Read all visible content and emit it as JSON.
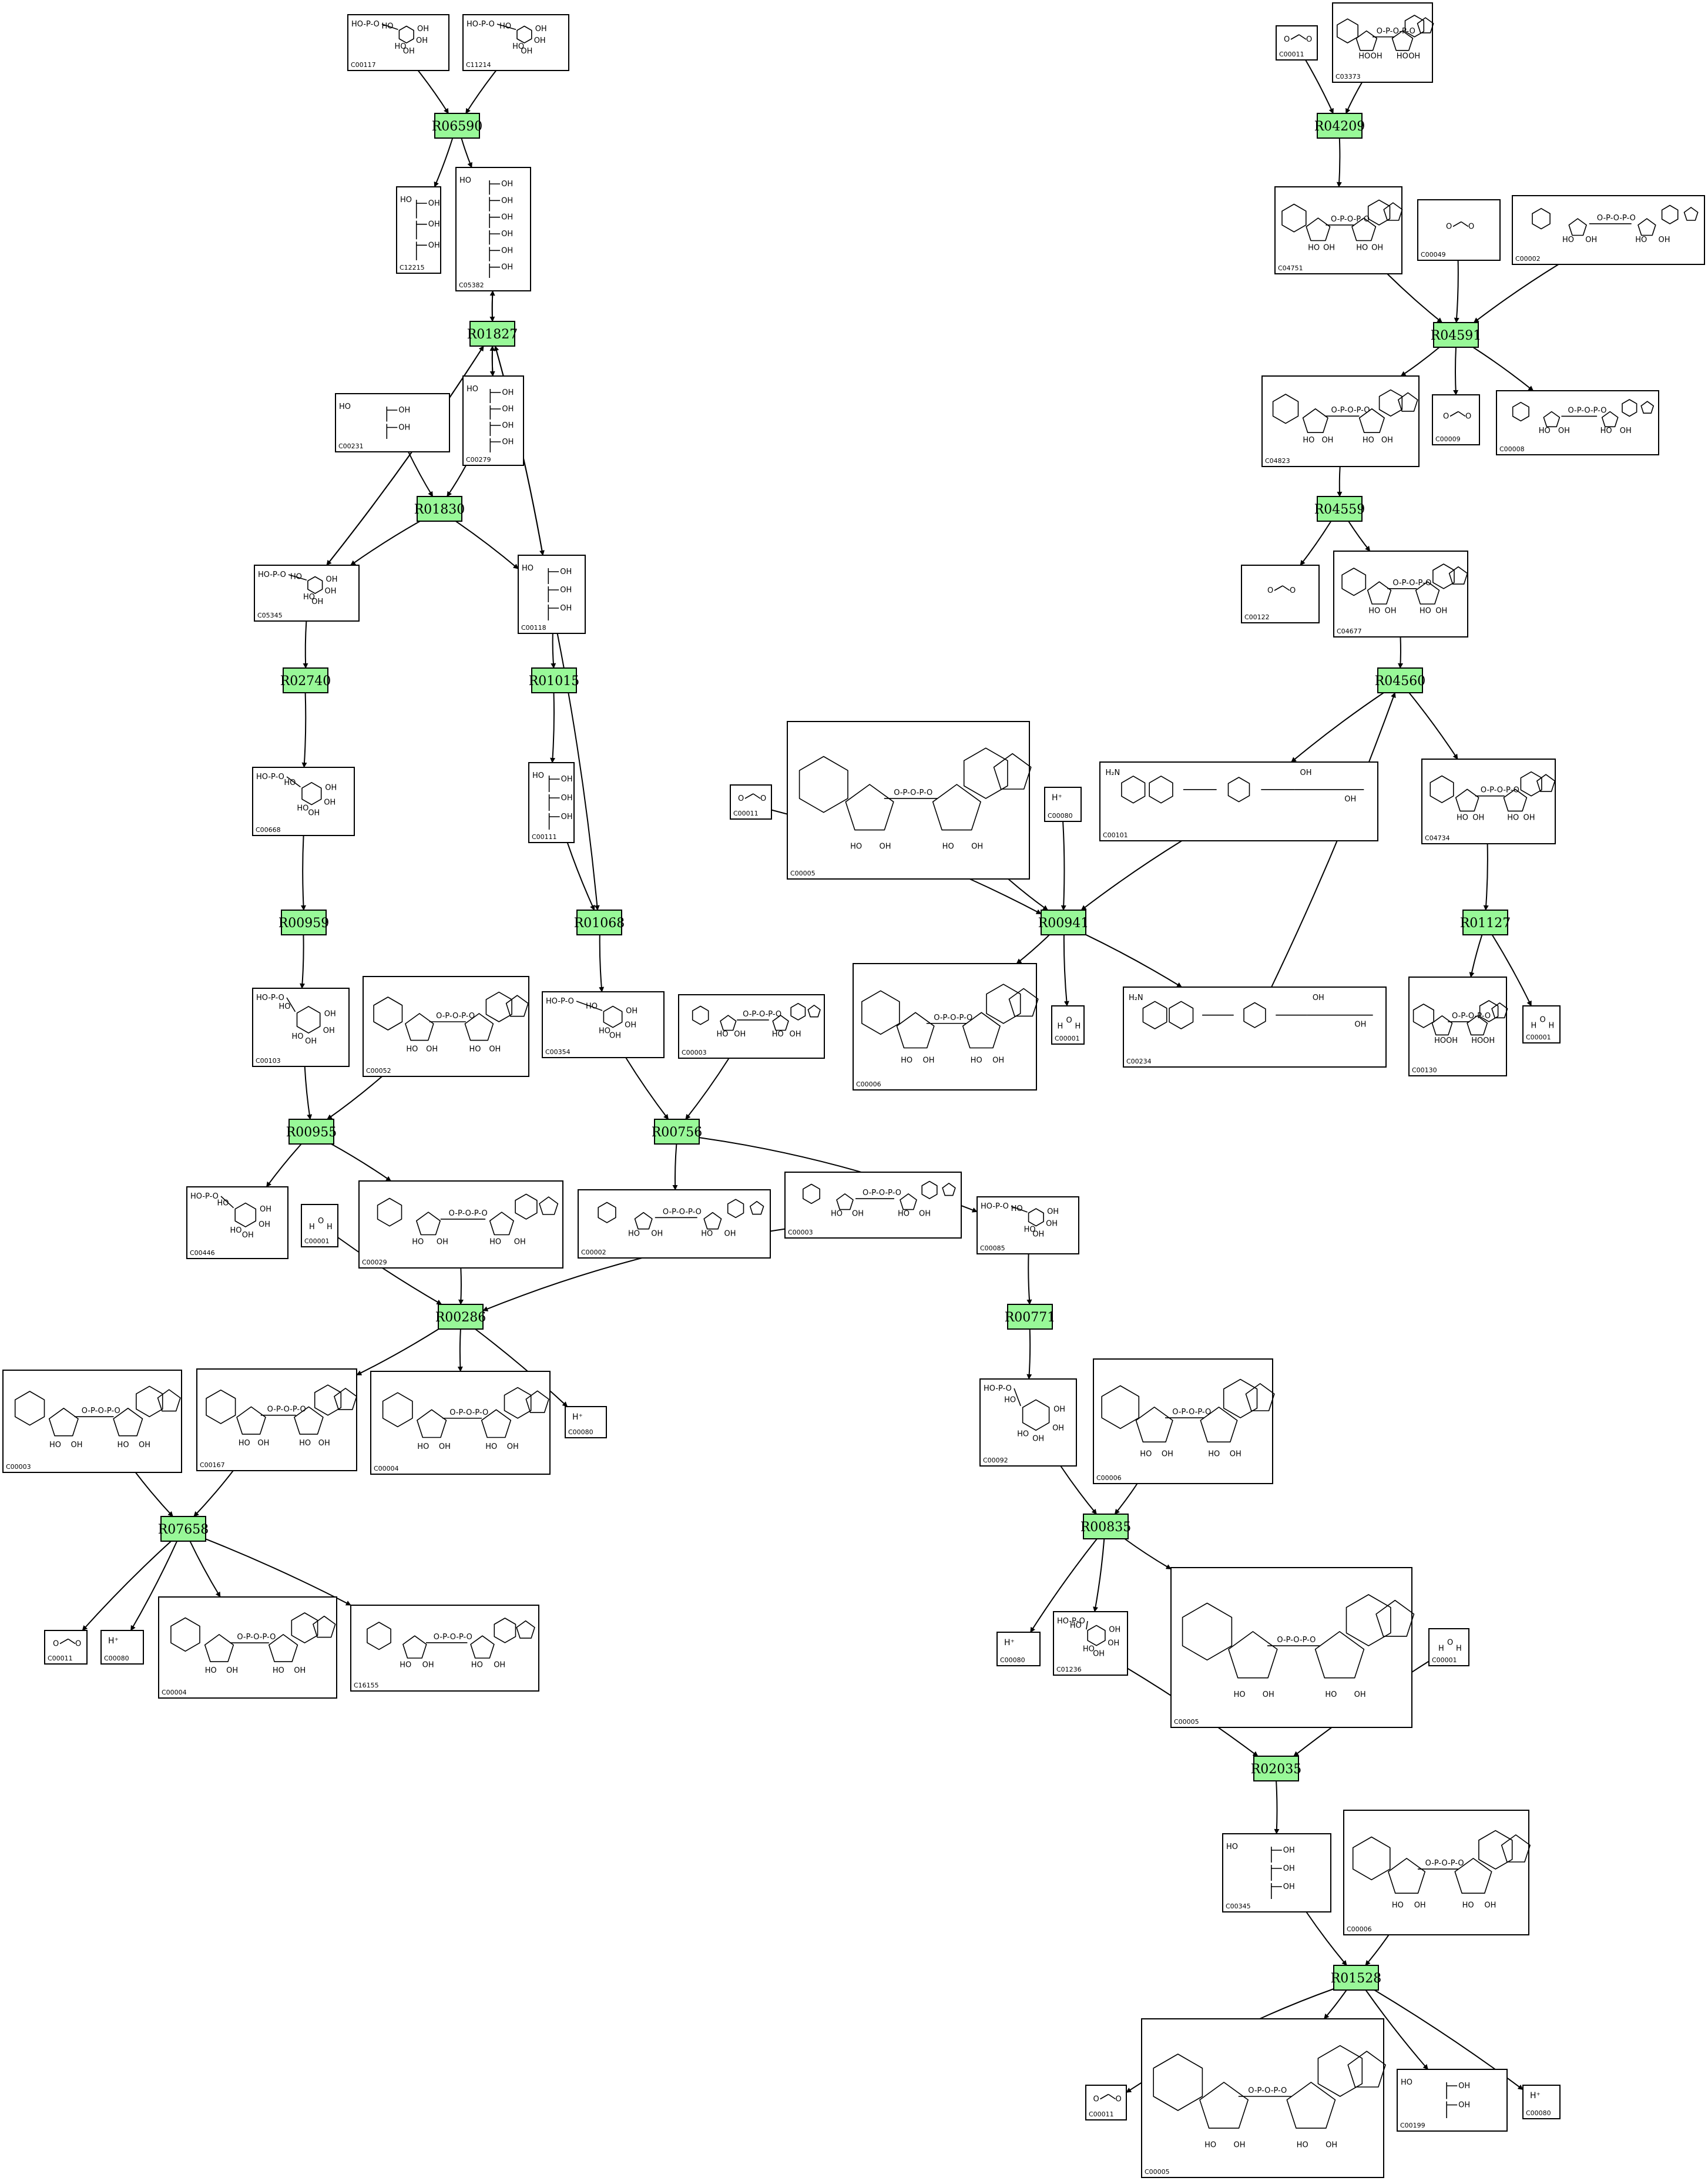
{
  "reactions": [
    {
      "id": "R06590",
      "label": "R06590"
    },
    {
      "id": "R04209",
      "label": "R04209"
    },
    {
      "id": "R01827",
      "label": "R01827"
    },
    {
      "id": "R04591",
      "label": "R04591"
    },
    {
      "id": "R01830",
      "label": "R01830"
    },
    {
      "id": "R04559",
      "label": "R04559"
    },
    {
      "id": "R02740",
      "label": "R02740"
    },
    {
      "id": "R01015",
      "label": "R01015"
    },
    {
      "id": "R04560",
      "label": "R04560"
    },
    {
      "id": "R00959",
      "label": "R00959"
    },
    {
      "id": "R01068",
      "label": "R01068"
    },
    {
      "id": "R00941",
      "label": "R00941"
    },
    {
      "id": "R01127",
      "label": "R01127"
    },
    {
      "id": "R00955",
      "label": "R00955"
    },
    {
      "id": "R00756",
      "label": "R00756"
    },
    {
      "id": "R00286",
      "label": "R00286"
    },
    {
      "id": "R00771",
      "label": "R00771"
    },
    {
      "id": "R07658",
      "label": "R07658"
    },
    {
      "id": "R00835",
      "label": "R00835"
    },
    {
      "id": "R02035",
      "label": "R02035"
    },
    {
      "id": "R01528",
      "label": "R01528"
    }
  ],
  "compounds": [
    {
      "id": "c00117",
      "label": "C00117",
      "kind": "sugar"
    },
    {
      "id": "c11214",
      "label": "C11214",
      "kind": "sugar"
    },
    {
      "id": "c00011a",
      "label": "C00011",
      "kind": "small"
    },
    {
      "id": "c03373",
      "label": "C03373",
      "kind": "nucleotide"
    },
    {
      "id": "c12215",
      "label": "C12215",
      "kind": "chain"
    },
    {
      "id": "c05382",
      "label": "C05382",
      "kind": "chain"
    },
    {
      "id": "c04751",
      "label": "C04751",
      "kind": "nucleotide"
    },
    {
      "id": "c00049",
      "label": "C00049",
      "kind": "small"
    },
    {
      "id": "c00002a",
      "label": "C00002",
      "kind": "nucleotide"
    },
    {
      "id": "c00231",
      "label": "C00231",
      "kind": "chain"
    },
    {
      "id": "c00279",
      "label": "C00279",
      "kind": "chain"
    },
    {
      "id": "c04823",
      "label": "C04823",
      "kind": "nucleotide"
    },
    {
      "id": "c00009",
      "label": "C00009",
      "kind": "small"
    },
    {
      "id": "c00008",
      "label": "C00008",
      "kind": "nucleotide"
    },
    {
      "id": "c05345",
      "label": "C05345",
      "kind": "sugar"
    },
    {
      "id": "c00118",
      "label": "C00118",
      "kind": "chain"
    },
    {
      "id": "c00122",
      "label": "C00122",
      "kind": "small"
    },
    {
      "id": "c04677",
      "label": "C04677",
      "kind": "nucleotide"
    },
    {
      "id": "c00668",
      "label": "C00668",
      "kind": "sugar"
    },
    {
      "id": "c00111",
      "label": "C00111",
      "kind": "chain"
    },
    {
      "id": "c00011b",
      "label": "C00011",
      "kind": "small"
    },
    {
      "id": "c00005",
      "label": "C00005",
      "kind": "nucleotide"
    },
    {
      "id": "c00080a",
      "label": "C00080",
      "kind": "ion",
      "text": "H⁺"
    },
    {
      "id": "c00101",
      "label": "C00101",
      "kind": "big"
    },
    {
      "id": "c04734",
      "label": "C04734",
      "kind": "nucleotide"
    },
    {
      "id": "c00103",
      "label": "C00103",
      "kind": "sugar"
    },
    {
      "id": "c00052",
      "label": "C00052",
      "kind": "nucleotide"
    },
    {
      "id": "c00354",
      "label": "C00354",
      "kind": "sugar"
    },
    {
      "id": "c00003a",
      "label": "C00003",
      "kind": "nucleotide"
    },
    {
      "id": "c00006a",
      "label": "C00006",
      "kind": "nucleotide"
    },
    {
      "id": "c00001a",
      "label": "C00001",
      "kind": "water"
    },
    {
      "id": "c00234",
      "label": "C00234",
      "kind": "big"
    },
    {
      "id": "c00130",
      "label": "C00130",
      "kind": "nucleotide"
    },
    {
      "id": "c00001b",
      "label": "C00001",
      "kind": "water"
    },
    {
      "id": "c00446",
      "label": "C00446",
      "kind": "sugar"
    },
    {
      "id": "c00001c",
      "label": "C00001",
      "kind": "water"
    },
    {
      "id": "c00029",
      "label": "C00029",
      "kind": "nucleotide"
    },
    {
      "id": "c00002b",
      "label": "C00002",
      "kind": "nucleotide"
    },
    {
      "id": "c00003b",
      "label": "C00003",
      "kind": "nucleotide"
    },
    {
      "id": "c00085",
      "label": "C00085",
      "kind": "sugar"
    },
    {
      "id": "c00003c",
      "label": "C00003",
      "kind": "nucleotide"
    },
    {
      "id": "c00167",
      "label": "C00167",
      "kind": "nucleotide"
    },
    {
      "id": "c00004a",
      "label": "C00004",
      "kind": "nucleotide"
    },
    {
      "id": "c00080b",
      "label": "C00080",
      "kind": "ion",
      "text": "H⁺"
    },
    {
      "id": "c00092",
      "label": "C00092",
      "kind": "sugar"
    },
    {
      "id": "c00006b",
      "label": "C00006",
      "kind": "nucleotide"
    },
    {
      "id": "c00011c",
      "label": "C00011",
      "kind": "small"
    },
    {
      "id": "c00080c",
      "label": "C00080",
      "kind": "ion",
      "text": "H⁺"
    },
    {
      "id": "c00004b",
      "label": "C00004",
      "kind": "nucleotide"
    },
    {
      "id": "c16155",
      "label": "C16155",
      "kind": "nucleotide"
    },
    {
      "id": "c00080d",
      "label": "C00080",
      "kind": "ion",
      "text": "H⁺"
    },
    {
      "id": "c01236",
      "label": "C01236",
      "kind": "sugar"
    },
    {
      "id": "c00005b",
      "label": "C00005",
      "kind": "nucleotide"
    },
    {
      "id": "c00001d",
      "label": "C00001",
      "kind": "water"
    },
    {
      "id": "c00345",
      "label": "C00345",
      "kind": "chain"
    },
    {
      "id": "c00006c",
      "label": "C00006",
      "kind": "nucleotide"
    },
    {
      "id": "c00011d",
      "label": "C00011",
      "kind": "small"
    },
    {
      "id": "c00005c",
      "label": "C00005",
      "kind": "nucleotide"
    },
    {
      "id": "c00199",
      "label": "C00199",
      "kind": "chain"
    },
    {
      "id": "c00080e",
      "label": "C00080",
      "kind": "ion",
      "text": "H⁺"
    }
  ],
  "edges": [
    [
      "c00117",
      "R06590"
    ],
    [
      "c11214",
      "R06590"
    ],
    [
      "R06590",
      "c12215"
    ],
    [
      "R06590",
      "c05382"
    ],
    [
      "c00011a",
      "R04209"
    ],
    [
      "c03373",
      "R04209"
    ],
    [
      "R04209",
      "c04751"
    ],
    [
      "c04751",
      "R04591"
    ],
    [
      "c00049",
      "R04591"
    ],
    [
      "c00002a",
      "R04591"
    ],
    [
      "R04591",
      "c04823"
    ],
    [
      "R04591",
      "c00009"
    ],
    [
      "R04591",
      "c00008"
    ],
    [
      "c04823",
      "R04559"
    ],
    [
      "R04559",
      "c00122"
    ],
    [
      "R04559",
      "c04677"
    ],
    [
      "c04677",
      "R04560"
    ],
    [
      "R04560",
      "c00101"
    ],
    [
      "R04560",
      "c04734"
    ],
    [
      "c00234",
      "R04560"
    ],
    [
      "c04734",
      "R01127"
    ],
    [
      "R01127",
      "c00130"
    ],
    [
      "R01127",
      "c00001b"
    ],
    [
      "c05382",
      "R01827"
    ],
    [
      "R01827",
      "c05382"
    ],
    [
      "R01827",
      "c00279"
    ],
    [
      "c00279",
      "R01827"
    ],
    [
      "c00231",
      "R01830"
    ],
    [
      "c00279",
      "R01830"
    ],
    [
      "R01830",
      "c05345"
    ],
    [
      "R01830",
      "c00118"
    ],
    [
      "c05345",
      "R01827"
    ],
    [
      "R01827",
      "c05345"
    ],
    [
      "c00118",
      "R01827"
    ],
    [
      "R01827",
      "c00118"
    ],
    [
      "c05345",
      "R02740"
    ],
    [
      "R02740",
      "c00668"
    ],
    [
      "c00668",
      "R00959"
    ],
    [
      "R00959",
      "c00103"
    ],
    [
      "c00118",
      "R01015"
    ],
    [
      "R01015",
      "c00111"
    ],
    [
      "c00111",
      "R01068"
    ],
    [
      "c00118",
      "R01068"
    ],
    [
      "R01068",
      "c00354"
    ],
    [
      "c00011b",
      "R00941"
    ],
    [
      "c00005",
      "R00941"
    ],
    [
      "c00080a",
      "R00941"
    ],
    [
      "c00101",
      "R00941"
    ],
    [
      "R00941",
      "c00006a"
    ],
    [
      "R00941",
      "c00001a"
    ],
    [
      "R00941",
      "c00234"
    ],
    [
      "c00103",
      "R00955"
    ],
    [
      "c00052",
      "R00955"
    ],
    [
      "R00955",
      "c00446"
    ],
    [
      "R00955",
      "c00029"
    ],
    [
      "c00354",
      "R00756"
    ],
    [
      "c00003a",
      "R00756"
    ],
    [
      "R00756",
      "c00002b"
    ],
    [
      "R00756",
      "c00085"
    ],
    [
      "c00001c",
      "R00286"
    ],
    [
      "c00029",
      "R00286"
    ],
    [
      "c00003b",
      "R00286"
    ],
    [
      "R00286",
      "c00167"
    ],
    [
      "R00286",
      "c00004a"
    ],
    [
      "R00286",
      "c00080b"
    ],
    [
      "c00085",
      "R00771"
    ],
    [
      "R00771",
      "c00092"
    ],
    [
      "c00003c",
      "R07658"
    ],
    [
      "c00167",
      "R07658"
    ],
    [
      "R07658",
      "c00011c"
    ],
    [
      "R07658",
      "c00080c"
    ],
    [
      "R07658",
      "c00004b"
    ],
    [
      "R07658",
      "c16155"
    ],
    [
      "c00092",
      "R00835"
    ],
    [
      "c00006b",
      "R00835"
    ],
    [
      "R00835",
      "c00080d"
    ],
    [
      "R00835",
      "c01236"
    ],
    [
      "R00835",
      "c00005b"
    ],
    [
      "c01236",
      "R02035"
    ],
    [
      "c00001d",
      "R02035"
    ],
    [
      "R02035",
      "c00345"
    ],
    [
      "c00345",
      "R01528"
    ],
    [
      "c00006c",
      "R01528"
    ],
    [
      "R01528",
      "c00011d"
    ],
    [
      "R01528",
      "c00005c"
    ],
    [
      "R01528",
      "c00199"
    ],
    [
      "R01528",
      "c00080e"
    ]
  ]
}
